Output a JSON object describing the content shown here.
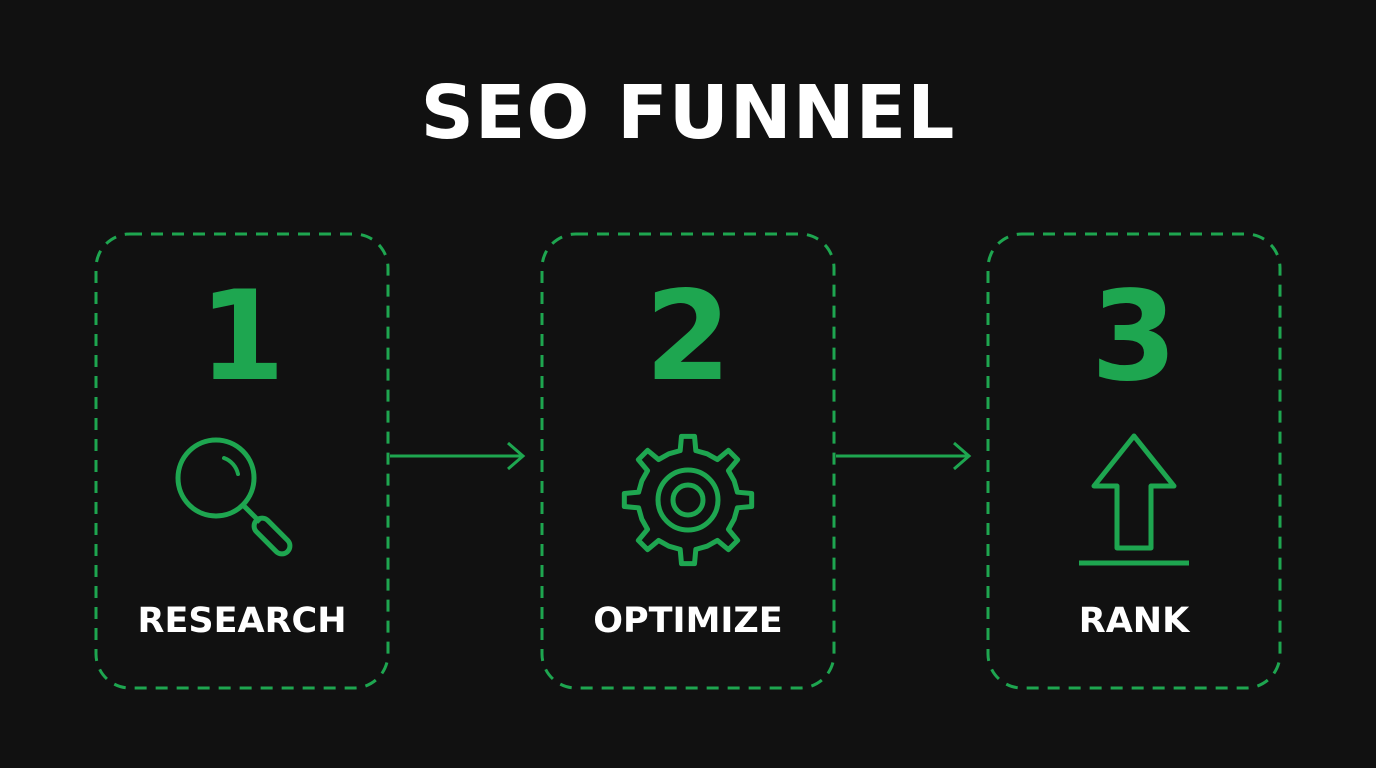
{
  "title": "SEO FUNNEL",
  "accent_color": "#1ea650",
  "steps": [
    {
      "number": "1",
      "label": "RESEARCH",
      "icon": "magnifying-glass-icon"
    },
    {
      "number": "2",
      "label": "OPTIMIZE",
      "icon": "gear-icon"
    },
    {
      "number": "3",
      "label": "RANK",
      "icon": "up-arrow-icon"
    }
  ]
}
